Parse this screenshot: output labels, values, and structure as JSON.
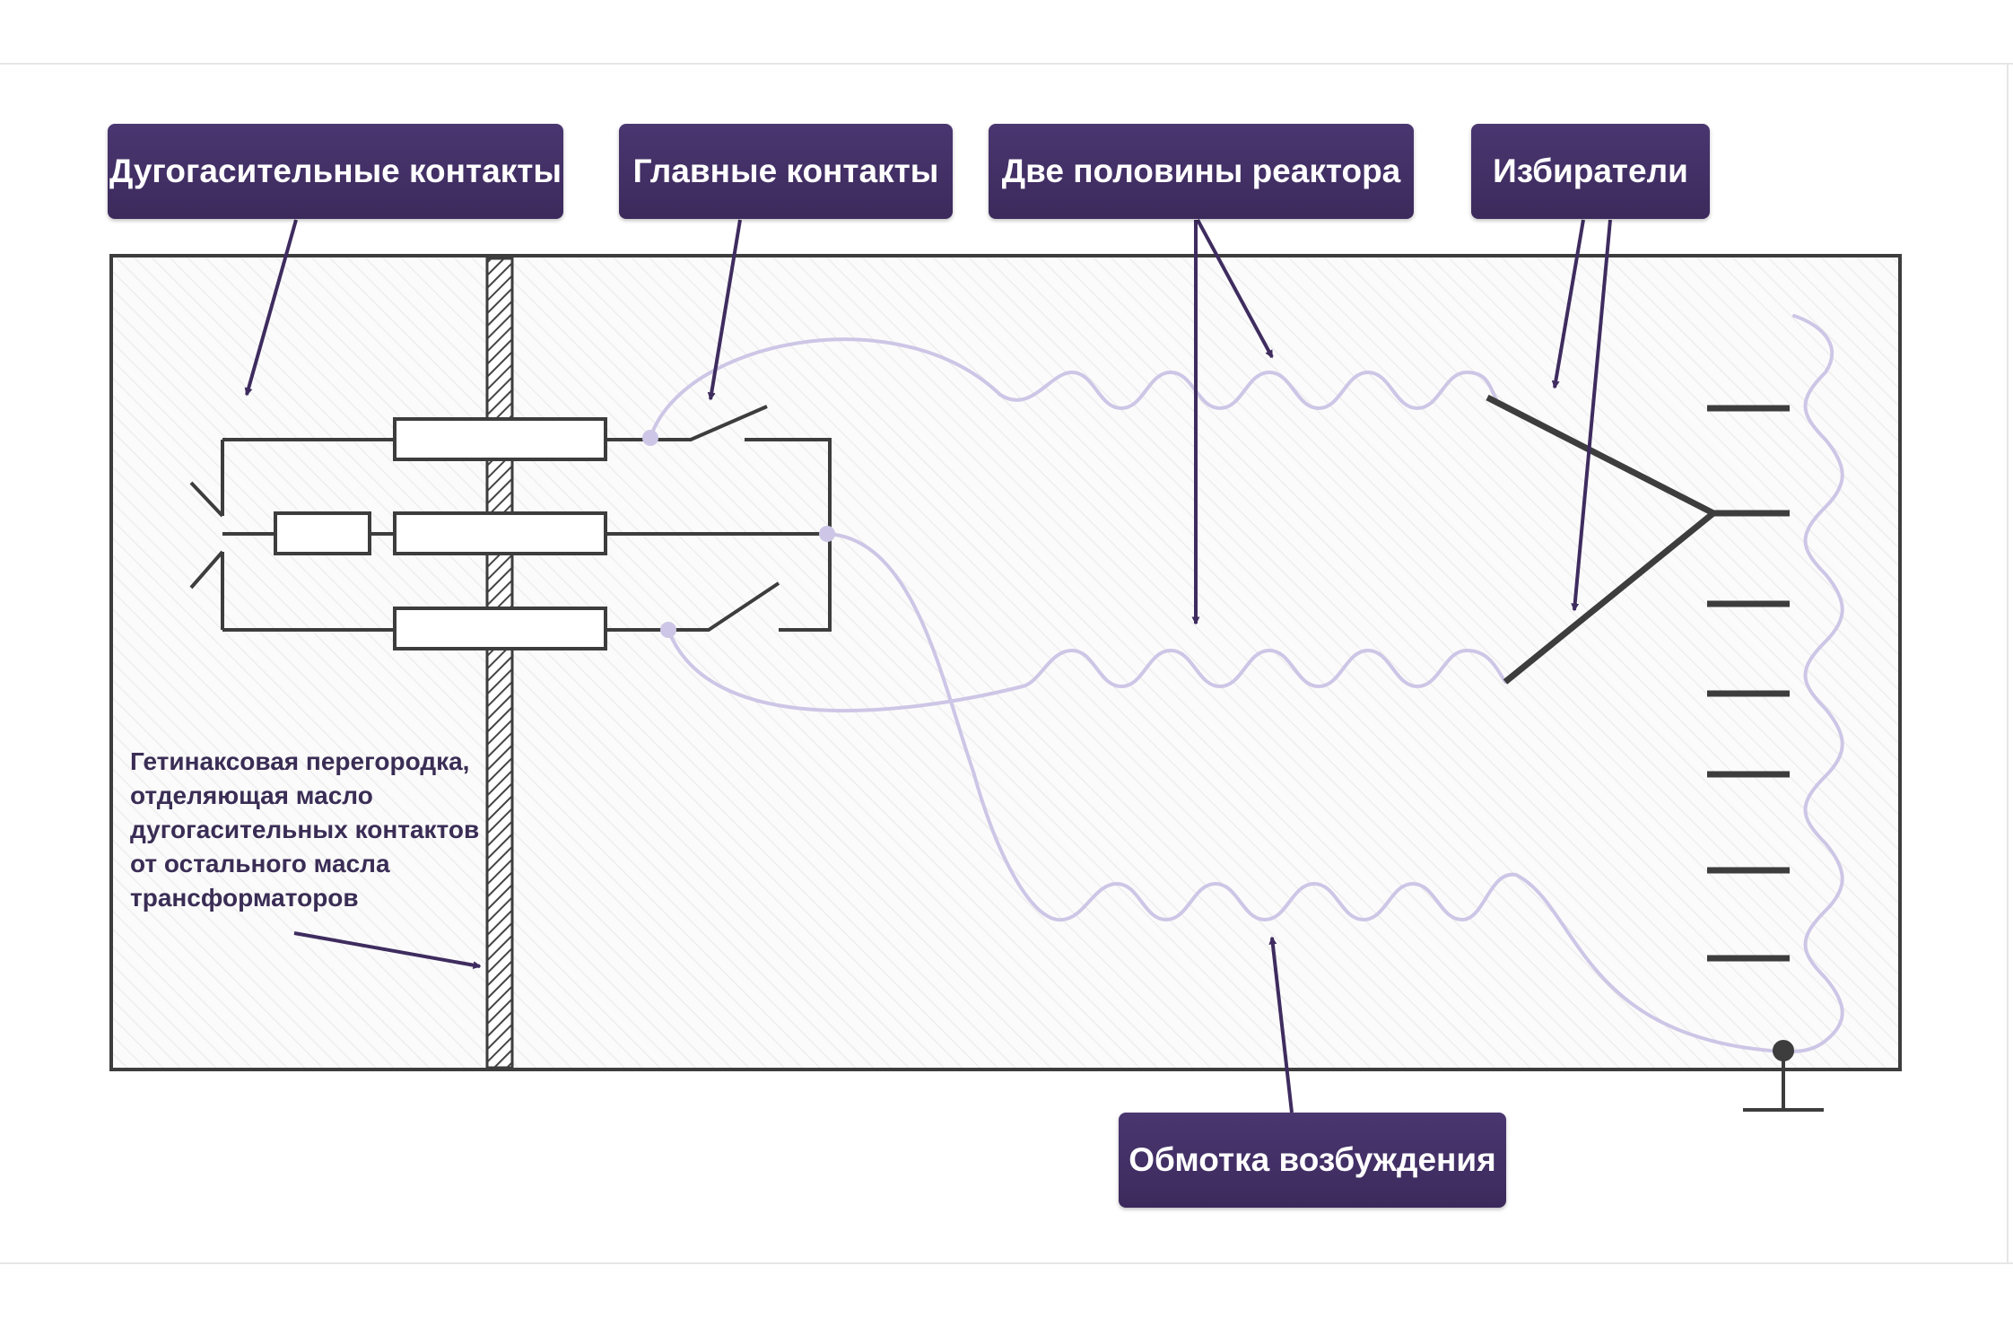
{
  "labels": {
    "arc_contacts": "Дугогасительные контакты",
    "main_contacts": "Главные контакты",
    "reactor_halves": "Две половины реактора",
    "selectors": "Избиратели",
    "excitation_winding": "Обмотка возбуждения"
  },
  "note": {
    "lines": [
      "Гетинаксовая перегородка,",
      "отделяющая масло",
      "дугогасительных контактов",
      "от остального масла",
      "трансформаторов"
    ]
  },
  "colors": {
    "label_bg": "#3e2c5f",
    "arrow": "#3e2c5f",
    "wire": "#cdc6e6",
    "circuit": "#3d3d3d",
    "note_text": "#3a2d55"
  }
}
